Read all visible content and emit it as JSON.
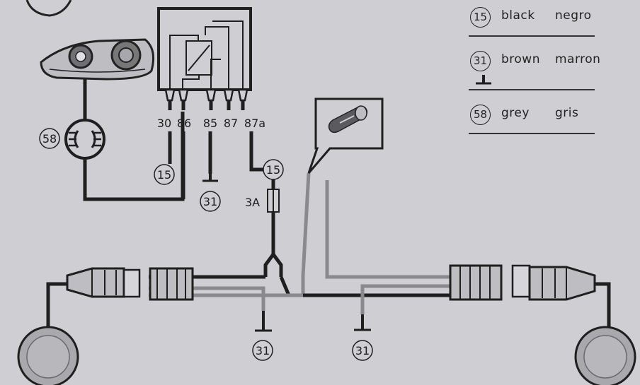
{
  "legend": [
    {
      "num": "15",
      "en": "black",
      "es": "negro",
      "has_ground": false
    },
    {
      "num": "31",
      "en": "brown",
      "es": "marron",
      "has_ground": true
    },
    {
      "num": "58",
      "en": "grey",
      "es": "gris",
      "has_ground": false
    }
  ],
  "relay": {
    "terminals": [
      "30",
      "86",
      "85",
      "87",
      "87a"
    ]
  },
  "labels": {
    "wire_58": "58",
    "wire_15_left": "15",
    "wire_15_right": "15",
    "ground_85": "31",
    "ground_left": "31",
    "ground_right": "31",
    "fuse": "3A"
  },
  "colors": {
    "black_wire": "#1f1f1f",
    "grey_wire": "#8a8a8e",
    "background": "#cfcfd3"
  }
}
